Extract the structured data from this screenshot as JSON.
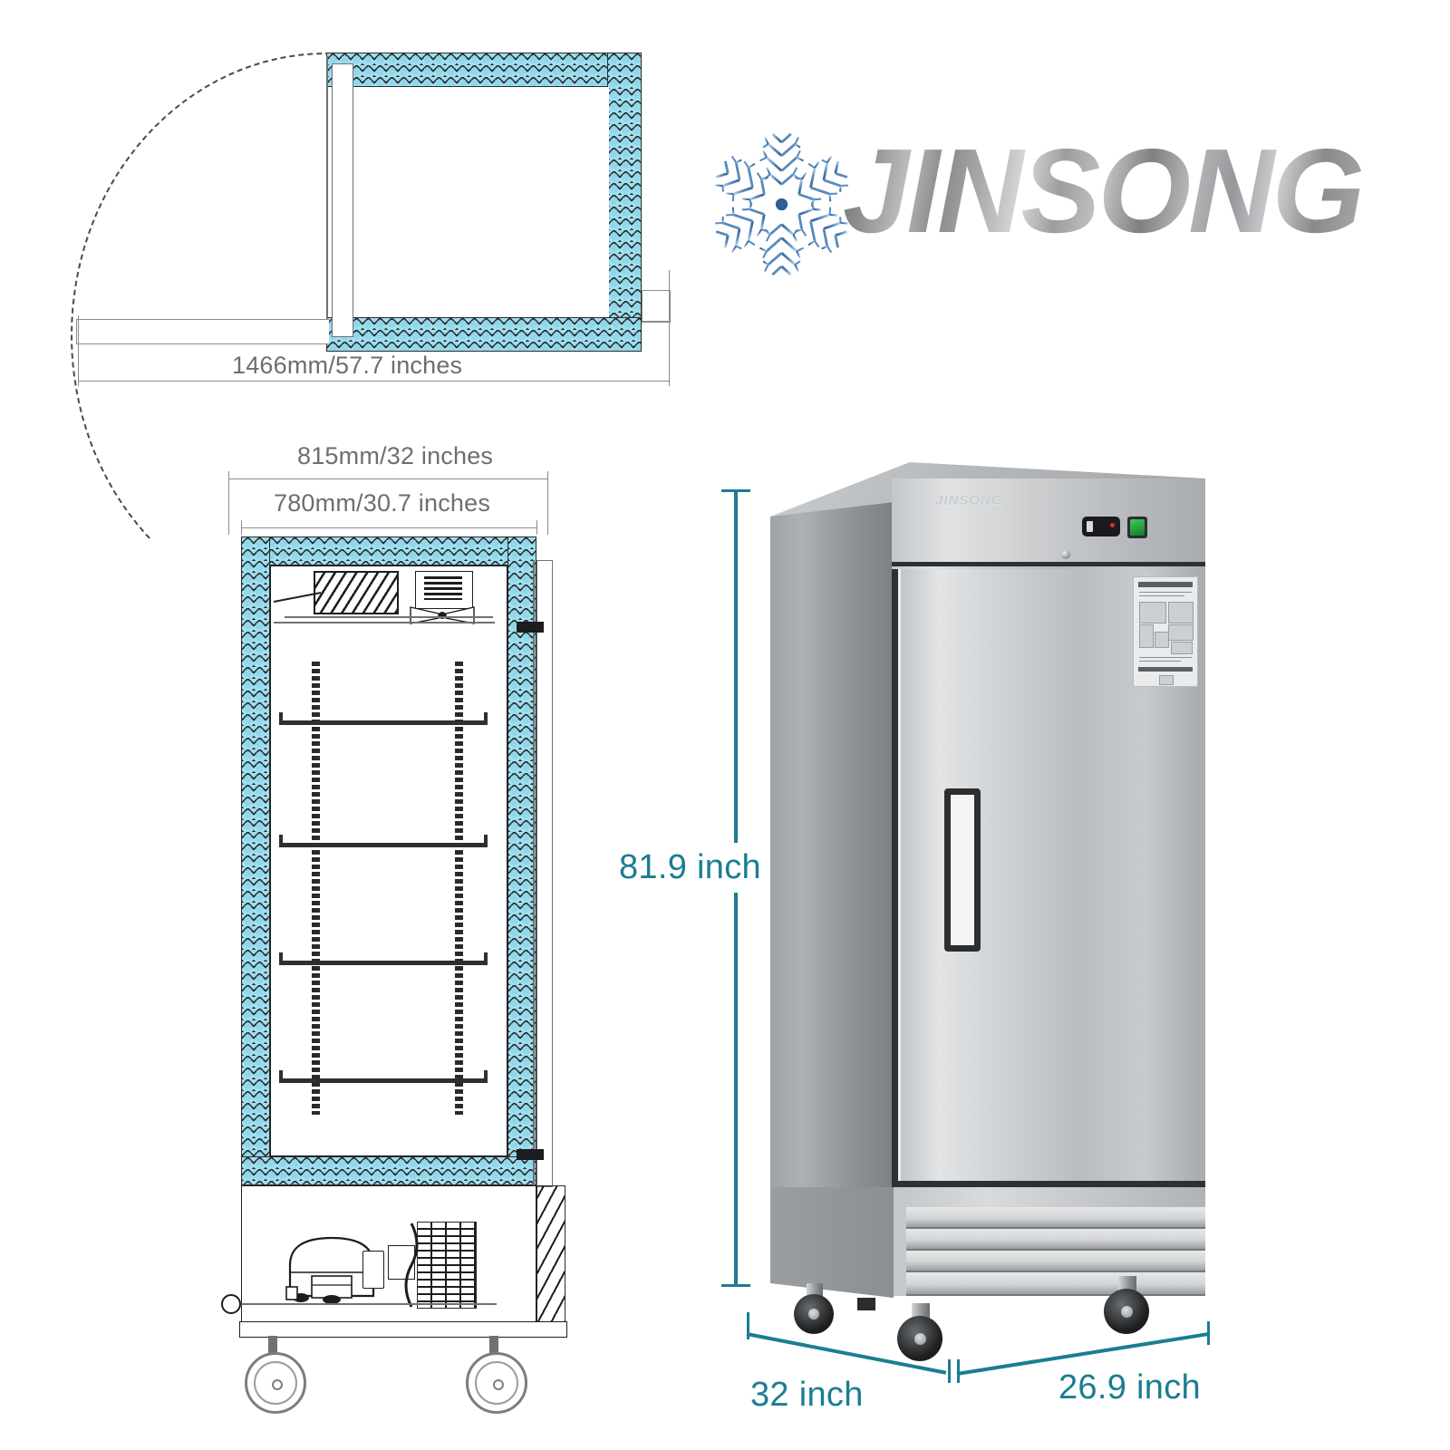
{
  "brand": {
    "name": "JINSONG",
    "snowflake_icon": "snowflake-icon",
    "embossed_logo": "JINSONG"
  },
  "top_view": {
    "label": "top-view-diagram",
    "dimension": "1466mm/57.7 inches",
    "door_swing": "90-degree door swing arc"
  },
  "front_section": {
    "label": "front-cross-section-diagram",
    "overall_width": "815mm/32 inches",
    "interior_width": "780mm/30.7 inches",
    "shelf_count": 4,
    "components": {
      "evaporator": "evaporator-coil",
      "fan": "fan-motor",
      "compressor": "compressor",
      "condenser": "condenser-coil",
      "casters": "casters"
    }
  },
  "product_photo": {
    "label": "product-photo",
    "height": "81.9 inch",
    "depth": "32 inch",
    "width": "26.9 inch",
    "controls": {
      "thermostat": "digital-thermostat-display",
      "power_switch": "green-power-rocker-switch",
      "door_lock": "door-lock"
    },
    "handle": "door-handle",
    "grille": "louvered-ventilation-grille",
    "spec_sticker": "specification-sticker"
  },
  "colors": {
    "dimension_teal": "#1b7d91",
    "insulation_blue": "#9fdff0",
    "line_gray": "#6d6e71",
    "stainless": "#c5c8ca"
  }
}
